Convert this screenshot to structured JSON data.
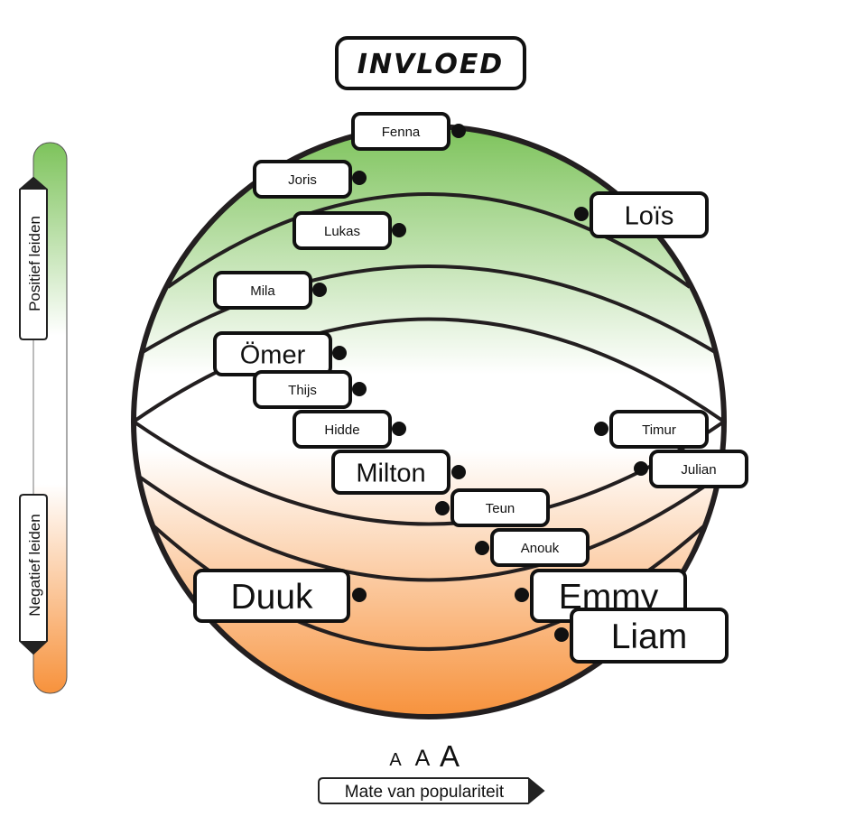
{
  "title": "INVLOED",
  "axis_left": {
    "top_label": "Positief leiden",
    "bottom_label": "Negatief leiden",
    "top_color": "#7dc35b",
    "bottom_color": "#f7923c"
  },
  "axis_bottom": {
    "label": "Mate van populariteit",
    "size_legend": [
      "A",
      "A",
      "A"
    ]
  },
  "sphere": {
    "top_color": "#7dc35b",
    "bottom_color": "#f7923c",
    "outline_color": "#231f20"
  },
  "people": [
    {
      "name": "Fenna",
      "size": "small"
    },
    {
      "name": "Joris",
      "size": "small"
    },
    {
      "name": "Loïs",
      "size": "medium"
    },
    {
      "name": "Lukas",
      "size": "small"
    },
    {
      "name": "Mila",
      "size": "small"
    },
    {
      "name": "Ömer",
      "size": "medium"
    },
    {
      "name": "Thijs",
      "size": "small"
    },
    {
      "name": "Hidde",
      "size": "small"
    },
    {
      "name": "Timur",
      "size": "small"
    },
    {
      "name": "Milton",
      "size": "medium"
    },
    {
      "name": "Julian",
      "size": "small"
    },
    {
      "name": "Teun",
      "size": "small"
    },
    {
      "name": "Anouk",
      "size": "small"
    },
    {
      "name": "Duuk",
      "size": "large"
    },
    {
      "name": "Emmy",
      "size": "large"
    },
    {
      "name": "Liam",
      "size": "large"
    }
  ]
}
